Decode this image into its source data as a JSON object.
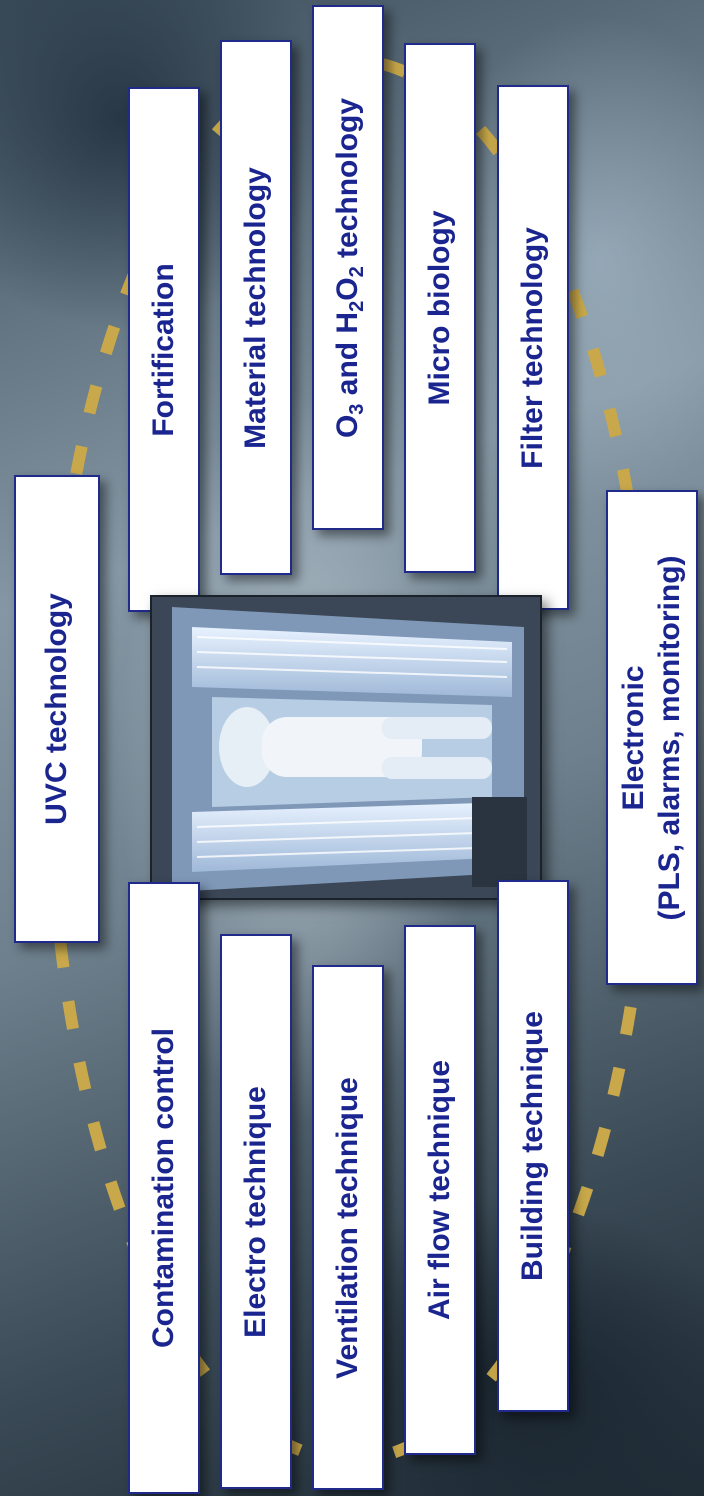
{
  "center_box": "UVC technology",
  "bottom_box": {
    "line1": "Electronic",
    "line2": "(PLS, alarms, monitoring)"
  },
  "top_column": [
    "Fortification",
    "Material technology",
    "Micro biology",
    "Filter technology"
  ],
  "o3_box": {
    "o": "O",
    "o_sub": "3",
    "and_h": " and  H",
    "h_sub": "2",
    "o2": "O",
    "o2_sub": "2",
    "rest": " technology"
  },
  "bottom_column": [
    "Contamination  control",
    "Electro technique",
    "Ventilation technique",
    "Air flow technique",
    "Building technique"
  ],
  "photo": {
    "description_icon": "uvc-chamber-photo"
  },
  "colors": {
    "text": "#1b2590",
    "border": "#1f2a8a",
    "dash": "#c8a84a"
  }
}
